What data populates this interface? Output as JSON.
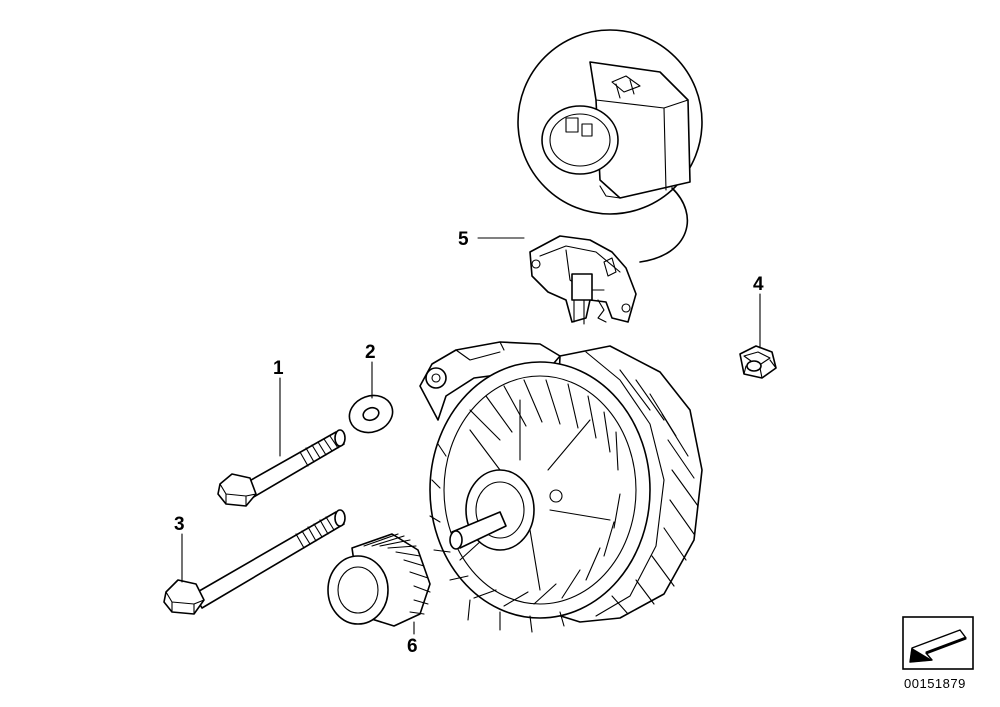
{
  "callouts": [
    {
      "id": "1",
      "label": "1"
    },
    {
      "id": "2",
      "label": "2"
    },
    {
      "id": "3",
      "label": "3"
    },
    {
      "id": "4",
      "label": "4"
    },
    {
      "id": "5",
      "label": "5"
    },
    {
      "id": "6",
      "label": "6"
    }
  ],
  "document_number": "00151879",
  "icons": {
    "corner": "direction-arrow-icon"
  },
  "colors": {
    "line": "#000000",
    "background": "#ffffff"
  }
}
